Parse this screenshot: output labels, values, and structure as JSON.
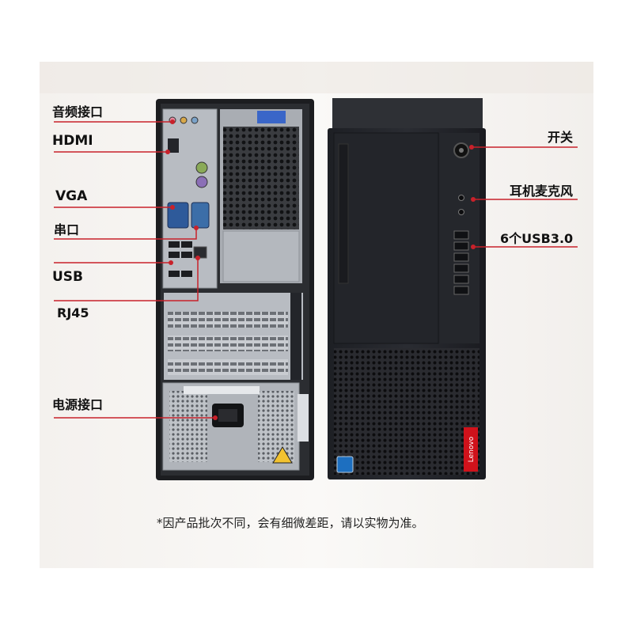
{
  "labels": {
    "audio": "音频接口",
    "hdmi": "HDMI",
    "vga": "VGA",
    "serial": "串口",
    "usb": "USB",
    "rj45": "RJ45",
    "power": "电源接口",
    "power_switch": "开关",
    "headset_mic": "耳机麦克风",
    "usb3": "6个USB3.0"
  },
  "disclaimer": "*因产品批次不同，会有细微差距，请以实物为准。",
  "brand": {
    "name": "Lenovo",
    "accent_red": "#d0121b",
    "line_red": "#c8212a"
  }
}
